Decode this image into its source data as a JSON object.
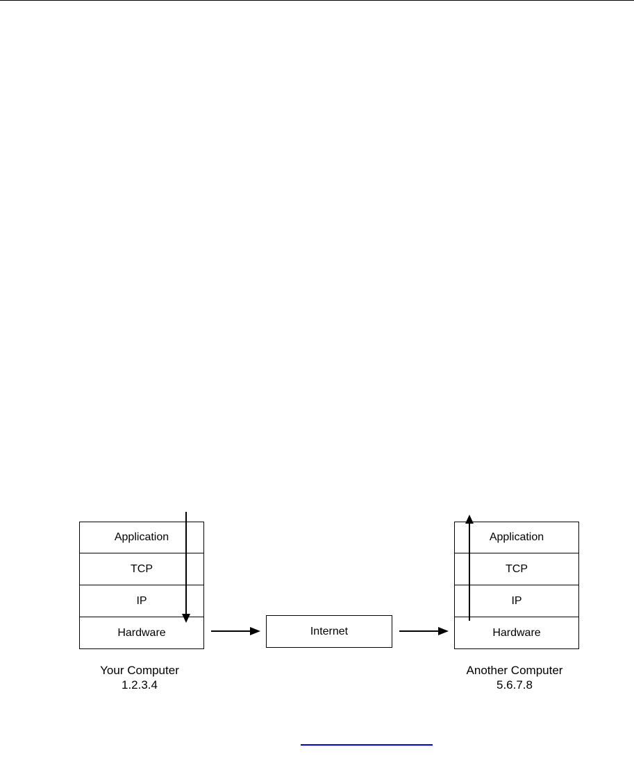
{
  "diagram": {
    "left_stack": {
      "layers": [
        "Application",
        "TCP",
        "IP",
        "Hardware"
      ],
      "caption_name": "Your Computer",
      "caption_address": "1.2.3.4"
    },
    "middle": {
      "label": "Internet"
    },
    "right_stack": {
      "layers": [
        "Application",
        "TCP",
        "IP",
        "Hardware"
      ],
      "caption_name": "Another Computer",
      "caption_address": "5.6.7.8"
    }
  }
}
